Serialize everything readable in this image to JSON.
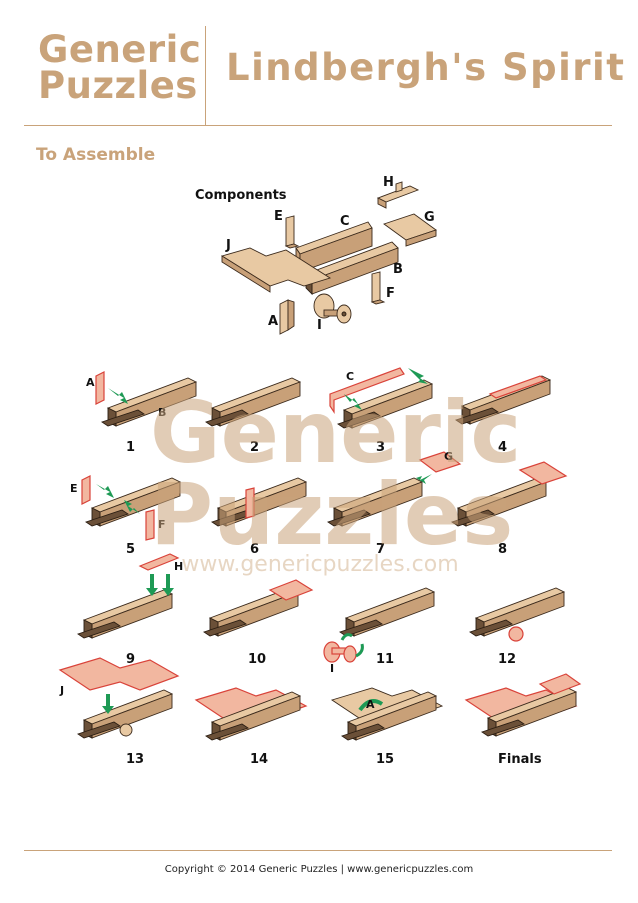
{
  "header": {
    "brand_line1": "Generic",
    "brand_line2": "Puzzles",
    "title": "Lindbergh's Spirit"
  },
  "section": {
    "title": "To Assemble"
  },
  "components": {
    "title": "Components",
    "labels": {
      "A": "A",
      "B": "B",
      "C": "C",
      "E": "E",
      "F": "F",
      "G": "G",
      "H": "H",
      "I": "I",
      "J": "J"
    }
  },
  "steps": [
    {
      "num": "1",
      "parts": [
        "A",
        "B"
      ]
    },
    {
      "num": "2",
      "parts": []
    },
    {
      "num": "3",
      "parts": [
        "C"
      ]
    },
    {
      "num": "4",
      "parts": []
    },
    {
      "num": "5",
      "parts": [
        "E",
        "F"
      ]
    },
    {
      "num": "6",
      "parts": []
    },
    {
      "num": "7",
      "parts": [
        "G"
      ]
    },
    {
      "num": "8",
      "parts": []
    },
    {
      "num": "9",
      "parts": [
        "H"
      ]
    },
    {
      "num": "10",
      "parts": []
    },
    {
      "num": "11",
      "parts": [
        "I"
      ]
    },
    {
      "num": "12",
      "parts": []
    },
    {
      "num": "13",
      "parts": [
        "J"
      ]
    },
    {
      "num": "14",
      "parts": []
    },
    {
      "num": "15",
      "parts": [
        "A"
      ]
    },
    {
      "num": "Finals",
      "parts": []
    }
  ],
  "watermark": {
    "line1": "Generic",
    "line2": "Puzzles",
    "url": "www.genericpuzzles.com"
  },
  "footer": {
    "copyright": "Copyright © 2014 Generic Puzzles | www.genericpuzzles.com"
  }
}
